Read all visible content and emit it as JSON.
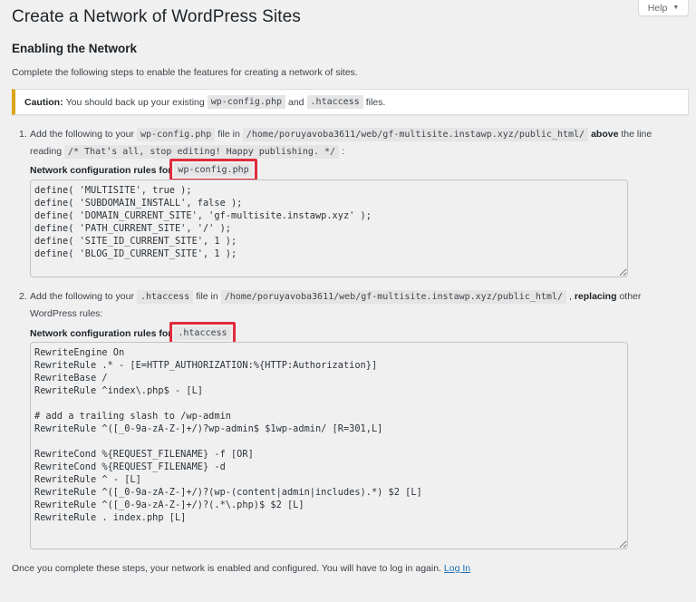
{
  "help": {
    "label": "Help",
    "caret": "▼"
  },
  "page": {
    "title": "Create a Network of WordPress Sites",
    "section_title": "Enabling the Network",
    "intro": "Complete the following steps to enable the features for creating a network of sites."
  },
  "notice": {
    "label": "Caution:",
    "text_before": "You should back up your existing",
    "code1": "wp-config.php",
    "text_mid": "and",
    "code2": ".htaccess",
    "text_after": "files.",
    "accent_color": "#dba617"
  },
  "steps": [
    {
      "number": "1.",
      "text_a": "Add the following to your",
      "code_file": "wp-config.php",
      "text_b": "file in",
      "code_path": "/home/poruyavoba3611/web/gf-multisite.instawp.xyz/public_html/",
      "bold": "above",
      "text_c": "the line reading",
      "code_line": "/* That’s all, stop editing! Happy publishing. */",
      "text_end": ":",
      "rules_label": "Network configuration rules for",
      "rules_file": "wp-config.php",
      "rules": "define( 'MULTISITE', true );\ndefine( 'SUBDOMAIN_INSTALL', false );\ndefine( 'DOMAIN_CURRENT_SITE', 'gf-multisite.instawp.xyz' );\ndefine( 'PATH_CURRENT_SITE', '/' );\ndefine( 'SITE_ID_CURRENT_SITE', 1 );\ndefine( 'BLOG_ID_CURRENT_SITE', 1 );"
    },
    {
      "number": "2.",
      "text_a": "Add the following to your",
      "code_file": ".htaccess",
      "text_b": "file in",
      "code_path": "/home/poruyavoba3611/web/gf-multisite.instawp.xyz/public_html/",
      "text_c": ",",
      "bold": "replacing",
      "text_end": "other WordPress rules:",
      "rules_label": "Network configuration rules for",
      "rules_file": ".htaccess",
      "rules": "RewriteEngine On\nRewriteRule .* - [E=HTTP_AUTHORIZATION:%{HTTP:Authorization}]\nRewriteBase /\nRewriteRule ^index\\.php$ - [L]\n\n# add a trailing slash to /wp-admin\nRewriteRule ^([_0-9a-zA-Z-]+/)?wp-admin$ $1wp-admin/ [R=301,L]\n\nRewriteCond %{REQUEST_FILENAME} -f [OR]\nRewriteCond %{REQUEST_FILENAME} -d\nRewriteRule ^ - [L]\nRewriteRule ^([_0-9a-zA-Z-]+/)?(wp-(content|admin|includes).*) $2 [L]\nRewriteRule ^([_0-9a-zA-Z-]+/)?(.*\\.php)$ $2 [L]\nRewriteRule . index.php [L]"
    }
  ],
  "outro": {
    "text": "Once you complete these steps, your network is enabled and configured. You will have to log in again.",
    "link": "Log In",
    "link_color": "#2271b1"
  },
  "highlight_color": "#e02b3d"
}
